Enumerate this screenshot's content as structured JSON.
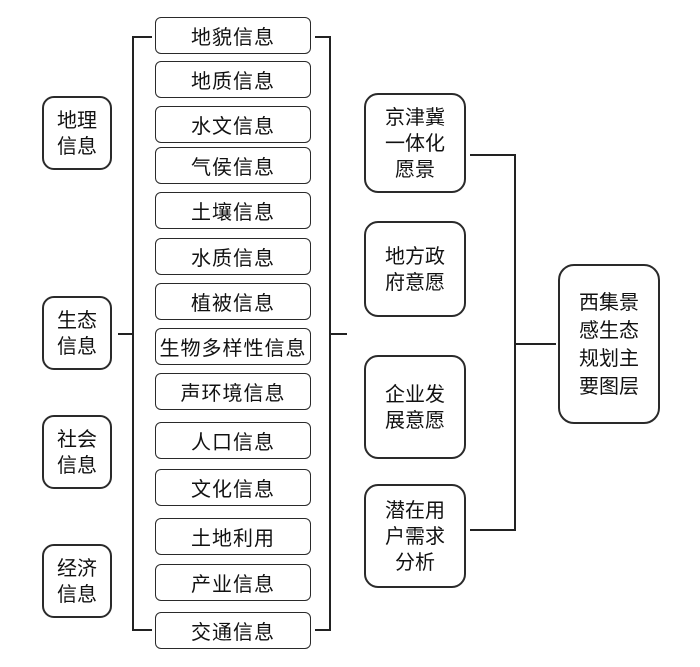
{
  "categories": [
    {
      "id": "geography",
      "label": "地理\n信息"
    },
    {
      "id": "ecology",
      "label": "生态\n信息"
    },
    {
      "id": "society",
      "label": "社会\n信息"
    },
    {
      "id": "economy",
      "label": "经济\n信息"
    }
  ],
  "info_items": [
    "地貌信息",
    "地质信息",
    "水文信息",
    "气侯信息",
    "土壤信息",
    "水质信息",
    "植被信息",
    "生物多样性信息",
    "声环境信息",
    "人口信息",
    "文化信息",
    "土地利用",
    "产业信息",
    "交通信息"
  ],
  "wills": [
    {
      "id": "vision",
      "label": "京津冀\n一体化\n愿景"
    },
    {
      "id": "government",
      "label": "地方政\n府意愿"
    },
    {
      "id": "enterprise",
      "label": "企业发\n展意愿"
    },
    {
      "id": "users",
      "label": "潜在用\n户需求\n分析"
    }
  ],
  "result": {
    "label": "西集景\n感生态\n规划主\n要图层"
  }
}
